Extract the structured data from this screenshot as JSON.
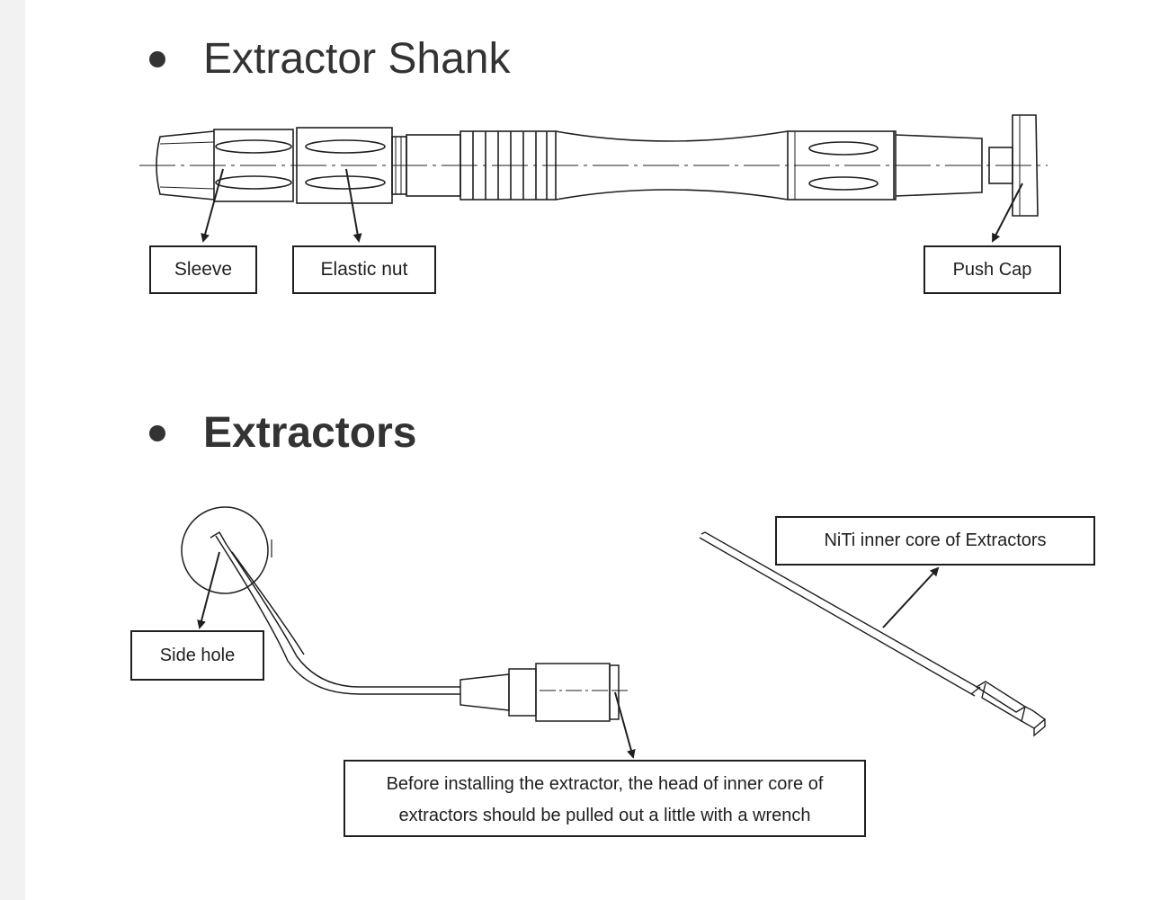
{
  "section_shank": {
    "heading": "Extractor Shank",
    "labels": {
      "sleeve": "Sleeve",
      "elastic_nut": "Elastic nut",
      "push_cap": "Push Cap"
    }
  },
  "section_extractors": {
    "heading": "Extractors",
    "labels": {
      "side_hole": "Side hole",
      "niti_core": "NiTi inner core of Extractors",
      "note_line1": "Before installing the extractor, the head of inner core of",
      "note_line2": "extractors should be pulled out a little with a wrench"
    }
  },
  "colors": {
    "text": "#333333",
    "line": "#1f1f1f",
    "rail": "#f2f2f2"
  }
}
